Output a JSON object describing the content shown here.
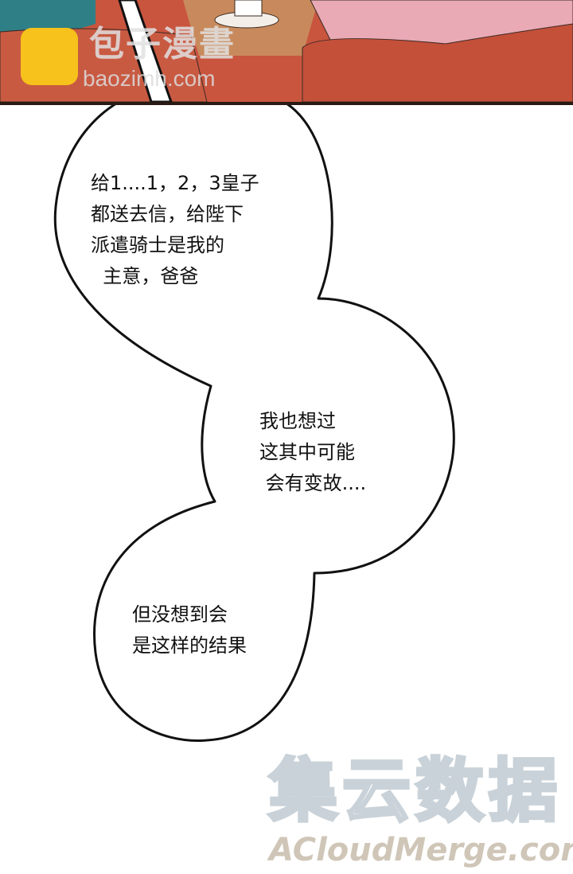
{
  "watermark_top": {
    "brand_cn": "包子漫畫",
    "url": "baozimh.com"
  },
  "bubble": {
    "text1": "给1....1，2，3皇子\n都送去信，给陛下\n派遣骑士是我的\n  主意，爸爸",
    "text2": "我也想过\n这其中可能\n 会有变故....",
    "text3": "但没想到会\n是这样的结果"
  },
  "watermark_bottom": {
    "brand_cn": "集云数据",
    "url": "ACloudMerge.com"
  },
  "colors": {
    "sofa": "#c9553f",
    "frame": "#2a1a14",
    "logo": "#f6c21b"
  }
}
